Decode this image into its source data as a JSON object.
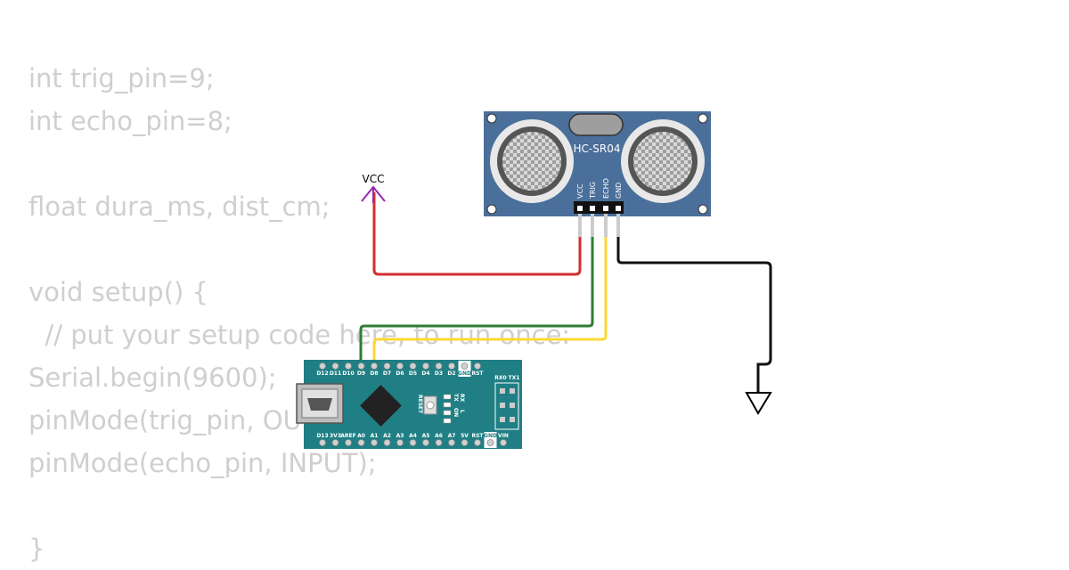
{
  "code": {
    "lines": [
      "int trig_pin=9;",
      "int echo_pin=8;",
      "",
      "float dura_ms, dist_cm;",
      "",
      "void setup() {",
      "  // put your setup code here, to run once:",
      "Serial.begin(9600);",
      "pinMode(trig_pin, OUTPUT);",
      "pinMode(echo_pin, INPUT);",
      "",
      "}"
    ]
  },
  "vcc": {
    "label": "VCC",
    "color": "#9c27b0"
  },
  "sensor": {
    "name": "HC-SR04",
    "pins": [
      "VCC",
      "TRIG",
      "ECHO",
      "GND"
    ],
    "color": "#4a6f9a"
  },
  "arduino": {
    "color": "#1f7f84",
    "top_pins": [
      "D12",
      "D11",
      "D10",
      "D9",
      "D8",
      "D7",
      "D6",
      "D5",
      "D4",
      "D3",
      "D2",
      "GND",
      "RST"
    ],
    "bottom_pins": [
      "D13",
      "3V3",
      "AREF",
      "A0",
      "A1",
      "A2",
      "A3",
      "A4",
      "A5",
      "A6",
      "A7",
      "5V",
      "RST",
      "GND",
      "VIN"
    ],
    "side_labels": [
      "RX0",
      "TX1"
    ],
    "led_labels": [
      "TX",
      "RX",
      "ON",
      "L"
    ],
    "reset_label": "RESET"
  },
  "wires": {
    "vcc_color": "#d32f2f",
    "trig_color": "#2e7d32",
    "echo_color": "#fdd835",
    "gnd_color": "#111111"
  }
}
